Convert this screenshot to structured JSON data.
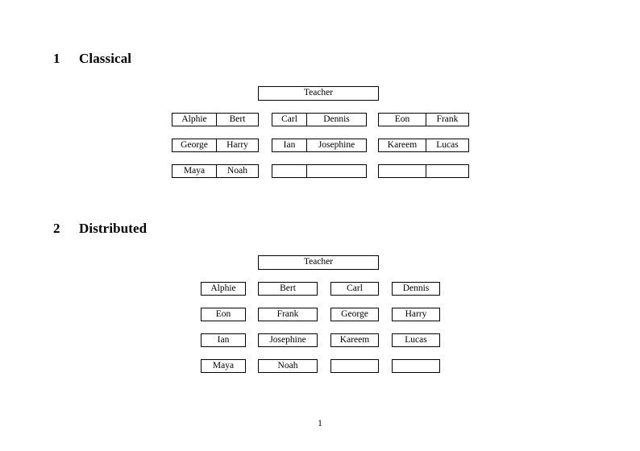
{
  "document": {
    "page_number": "1"
  },
  "sections": [
    {
      "number": "1",
      "title": "Classical",
      "root_label": "Teacher",
      "layout": "paired-cells",
      "groups": [
        {
          "name": "left-column",
          "rows": [
            [
              "Alphie",
              "Bert"
            ],
            [
              "George",
              "Harry"
            ],
            [
              "Maya",
              "Noah"
            ]
          ]
        },
        {
          "name": "middle-column",
          "rows": [
            [
              "Carl",
              "Dennis"
            ],
            [
              "Ian",
              "Josephine"
            ],
            [
              "",
              ""
            ]
          ]
        },
        {
          "name": "right-column",
          "rows": [
            [
              "Eon",
              "Frank"
            ],
            [
              "Kareem",
              "Lucas"
            ],
            [
              "",
              ""
            ]
          ]
        }
      ]
    },
    {
      "number": "2",
      "title": "Distributed",
      "root_label": "Teacher",
      "layout": "single-cells",
      "rows": [
        [
          "Alphie",
          "Bert",
          "Carl",
          "Dennis"
        ],
        [
          "Eon",
          "Frank",
          "George",
          "Harry"
        ],
        [
          "Ian",
          "Josephine",
          "Kareem",
          "Lucas"
        ],
        [
          "Maya",
          "Noah",
          "",
          ""
        ]
      ]
    }
  ]
}
